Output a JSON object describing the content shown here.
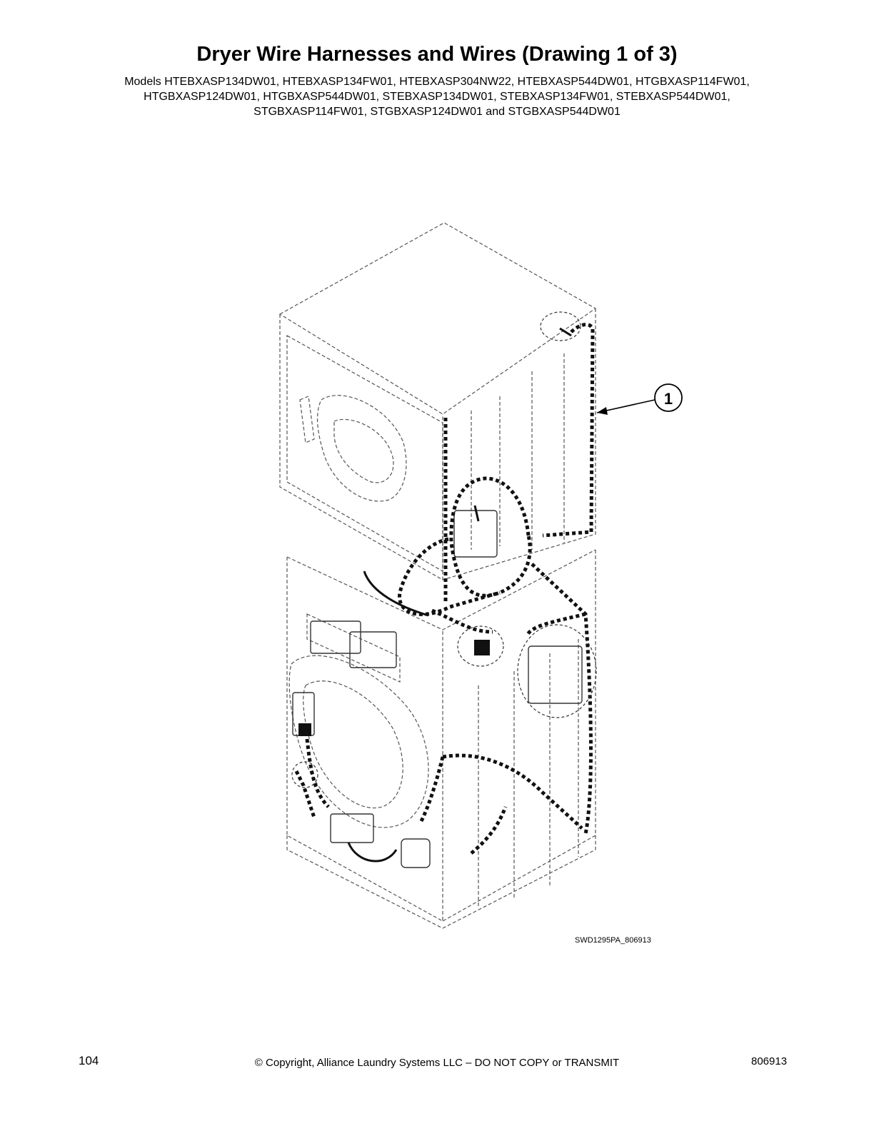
{
  "page": {
    "title": "Dryer Wire Harnesses and Wires (Drawing 1 of 3)",
    "models_lines": [
      "Models HTEBXASP134DW01, HTEBXASP134FW01, HTEBXASP304NW22, HTEBXASP544DW01, HTGBXASP114FW01,",
      "HTGBXASP124DW01, HTGBXASP544DW01, STEBXASP134DW01, STEBXASP134FW01, STEBXASP544DW01,",
      "STGBXASP114FW01, STGBXASP124DW01 and STGBXASP544DW01"
    ]
  },
  "figure": {
    "callout_number": "1",
    "drawing_id": "SWD1295PA_806913"
  },
  "footer": {
    "page_number": "104",
    "copyright": "© Copyright, Alliance Laundry Systems LLC – DO NOT COPY or TRANSMIT",
    "doc_number": "806913"
  }
}
